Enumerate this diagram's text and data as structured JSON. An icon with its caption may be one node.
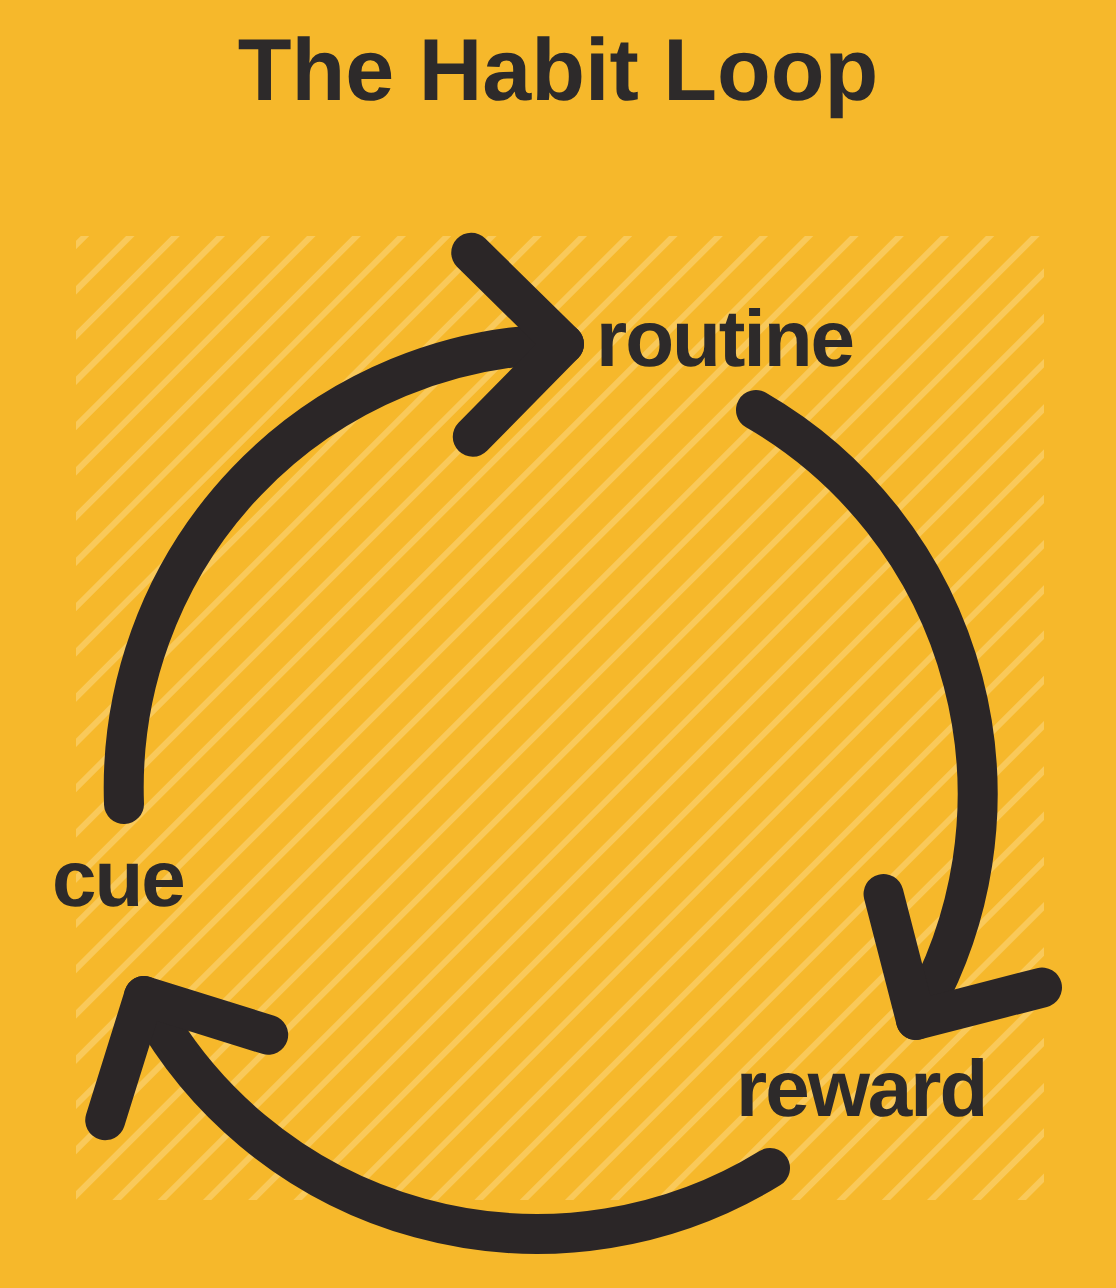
{
  "diagram": {
    "title": "The Habit Loop",
    "nodes": [
      {
        "text": [
          "routine"
        ]
      },
      {
        "text": [
          "reward"
        ]
      },
      {
        "text": [
          "cue"
        ]
      }
    ],
    "edges": [
      {
        "from": 2,
        "to": 0,
        "arrow": "to"
      },
      {
        "from": 0,
        "to": 1,
        "arrow": "to"
      },
      {
        "from": 1,
        "to": 2,
        "arrow": "to"
      }
    ]
  }
}
